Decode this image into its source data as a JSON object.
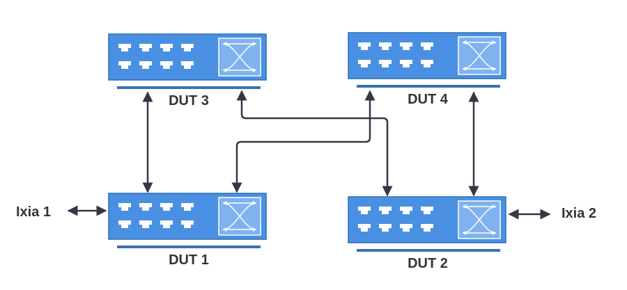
{
  "colors": {
    "switch_body": "#4a90e2",
    "switch_border": "#2a6fb8",
    "port": "#ffffff",
    "base_line": "#3a6fb5",
    "link": "#333842",
    "label": "#333333"
  },
  "devices": {
    "dut1": {
      "label": "DUT 1",
      "icon": "network-switch-icon"
    },
    "dut2": {
      "label": "DUT 2",
      "icon": "network-switch-icon"
    },
    "dut3": {
      "label": "DUT 3",
      "icon": "network-switch-icon"
    },
    "dut4": {
      "label": "DUT 4",
      "icon": "network-switch-icon"
    }
  },
  "endpoints": {
    "ixia1": {
      "label": "Ixia 1"
    },
    "ixia2": {
      "label": "Ixia 2"
    }
  }
}
